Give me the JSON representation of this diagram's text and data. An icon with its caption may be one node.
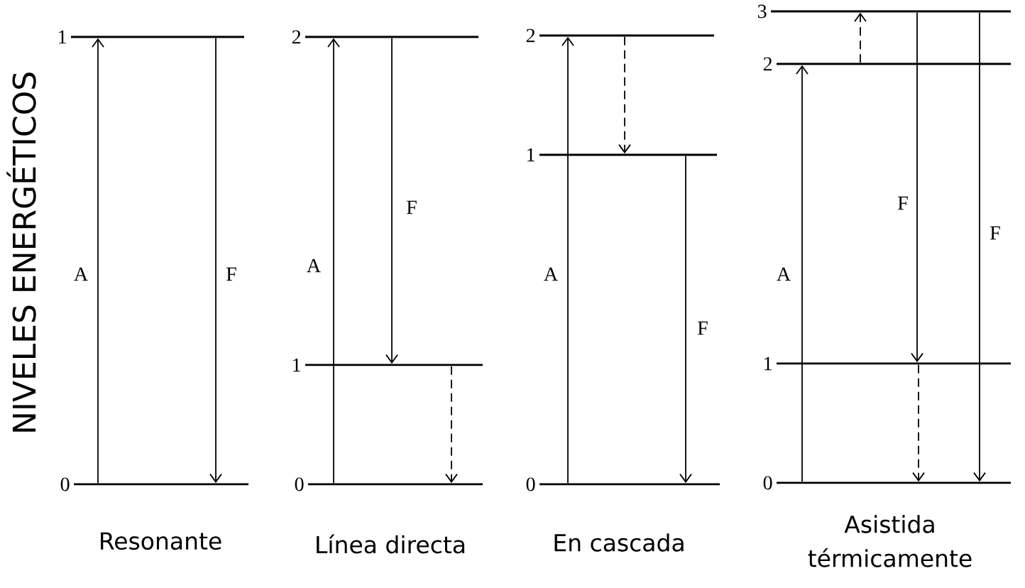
{
  "diagram": {
    "nodes": [
      {
        "text": [],
        "shape": "line",
        "beside": [
          "1"
        ]
      },
      {
        "text": [],
        "shape": "line",
        "beside": [
          "0"
        ]
      },
      {
        "text": [],
        "shape": "line",
        "beside": [
          "2"
        ]
      },
      {
        "text": [],
        "shape": "line",
        "beside": [
          "1"
        ]
      },
      {
        "text": [],
        "shape": "line",
        "beside": [
          "0"
        ]
      },
      {
        "text": [],
        "shape": "line",
        "beside": [
          "2"
        ]
      },
      {
        "text": [],
        "shape": "line",
        "beside": [
          "1"
        ]
      },
      {
        "text": [],
        "shape": "line",
        "beside": [
          "0"
        ]
      },
      {
        "text": [],
        "shape": "line",
        "beside": [
          "3"
        ]
      },
      {
        "text": [],
        "shape": "line",
        "beside": [
          "2"
        ]
      },
      {
        "text": [],
        "shape": "line",
        "beside": [
          "1"
        ]
      },
      {
        "text": [],
        "shape": "line",
        "beside": [
          "0"
        ]
      }
    ],
    "edges": [
      {
        "from": 1,
        "to": 0,
        "arrow": "to",
        "label": "A"
      },
      {
        "from": 0,
        "to": 1,
        "arrow": "to",
        "label": "F"
      },
      {
        "from": 4,
        "to": 2,
        "arrow": "to",
        "label": "A"
      },
      {
        "from": 2,
        "to": 3,
        "arrow": "to",
        "label": "F"
      },
      {
        "from": 3,
        "to": 4,
        "arrow": "to",
        "style": "dashed"
      },
      {
        "from": 7,
        "to": 5,
        "arrow": "to",
        "label": "A"
      },
      {
        "from": 5,
        "to": 6,
        "arrow": "to",
        "style": "dashed"
      },
      {
        "from": 6,
        "to": 7,
        "arrow": "to",
        "label": "F"
      },
      {
        "from": 11,
        "to": 9,
        "arrow": "to",
        "label": "A"
      },
      {
        "from": 9,
        "to": 8,
        "arrow": "to",
        "style": "dashed"
      },
      {
        "from": 8,
        "to": 10,
        "arrow": "to",
        "label": "F"
      },
      {
        "from": 10,
        "to": 11,
        "arrow": "to",
        "style": "dashed"
      },
      {
        "from": 8,
        "to": 11,
        "arrow": "to",
        "label": "F"
      }
    ],
    "labels": [
      "NIVELES ENERGÉTICOS",
      "Resonante",
      "Línea directa",
      "En cascada",
      "Asistida térmicamente"
    ]
  }
}
